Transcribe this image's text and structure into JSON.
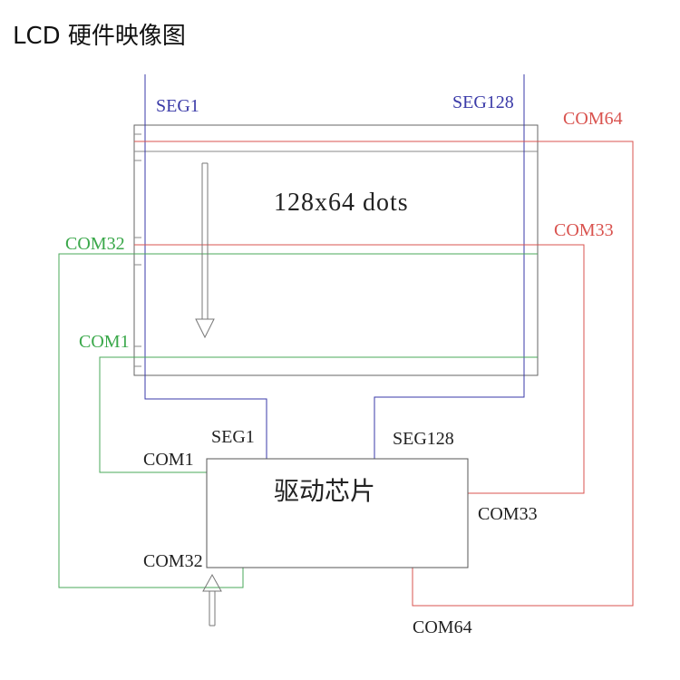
{
  "title": "LCD 硬件映像图",
  "panel": {
    "dots_label": "128x64 dots",
    "seg_first": "SEG1",
    "seg_last": "SEG128",
    "com_top": "COM64",
    "com_mid_right": "COM33",
    "com_mid_left": "COM32",
    "com_bottom": "COM1"
  },
  "chip": {
    "label": "驱动芯片",
    "seg1": "SEG1",
    "seg128": "SEG128",
    "com1": "COM1",
    "com32": "COM32",
    "com33": "COM33",
    "com64": "COM64"
  },
  "colors": {
    "seg": "#3a3aa8",
    "com_upper": "#d9534f",
    "com_lower": "#3aa84a",
    "outline": "#555555"
  }
}
